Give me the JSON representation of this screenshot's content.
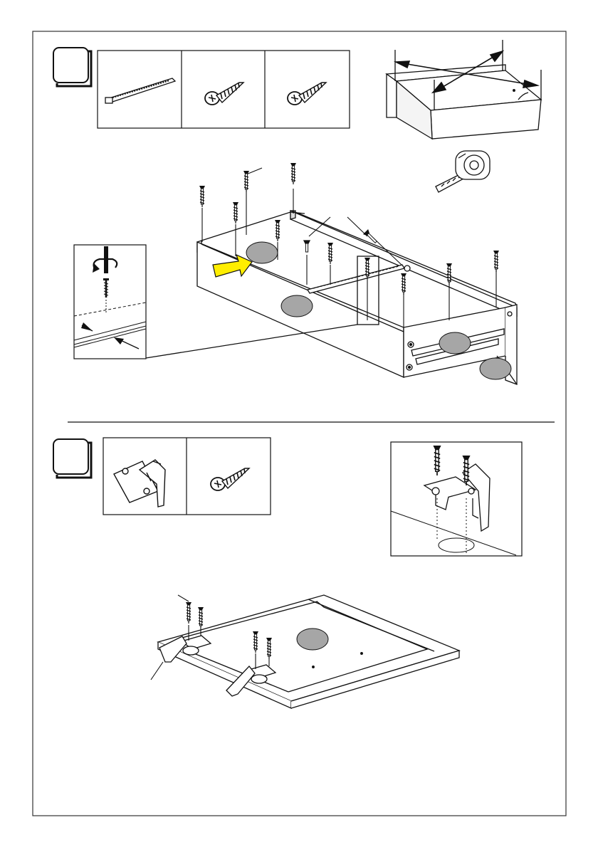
{
  "document": {
    "type": "assembly-instructions-page",
    "step_badges": [
      {
        "icon": "step-badge",
        "number": ""
      },
      {
        "icon": "step-badge",
        "number": ""
      }
    ],
    "step1": {
      "parts": [
        {
          "icon": "cable-tie-icon"
        },
        {
          "icon": "wood-screw-icon"
        },
        {
          "icon": "wood-screw-icon"
        }
      ],
      "diagonal_check_tool": "tape-measure-icon",
      "push_arrow_color": "#ffee00",
      "part_marker_color": "#a6a6a6"
    },
    "step2": {
      "parts": [
        {
          "icon": "hinge-icon"
        },
        {
          "icon": "wood-screw-icon"
        }
      ],
      "part_marker_color": "#a6a6a6"
    }
  }
}
